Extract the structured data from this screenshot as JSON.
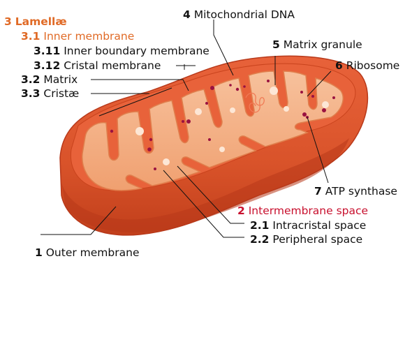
{
  "diagram": {
    "labels": [
      {
        "num": "3",
        "text": "Lamellæ",
        "color": "orange"
      },
      {
        "num": "3.1",
        "text": "Inner membrane",
        "color": "orange"
      },
      {
        "num": "3.11",
        "text": "Inner boundary membrane",
        "color": "black"
      },
      {
        "num": "3.12",
        "text": "Cristal membrane",
        "color": "black"
      },
      {
        "num": "3.2",
        "text": "Matrix",
        "color": "black"
      },
      {
        "num": "3.3",
        "text": "Cristæ",
        "color": "black"
      },
      {
        "num": "4",
        "text": "Mitochondrial DNA",
        "color": "black"
      },
      {
        "num": "5",
        "text": "Matrix granule",
        "color": "black"
      },
      {
        "num": "6",
        "text": "Ribosome",
        "color": "black"
      },
      {
        "num": "7",
        "text": "ATP synthase",
        "color": "black"
      },
      {
        "num": "2",
        "text": "Intermembrane space",
        "color": "red"
      },
      {
        "num": "2.1",
        "text": "Intracristal space",
        "color": "black"
      },
      {
        "num": "2.2",
        "text": "Peripheral space",
        "color": "black"
      },
      {
        "num": "1",
        "text": "Outer membrane",
        "color": "black"
      }
    ],
    "colors": {
      "outer_membrane": "#d2461f",
      "outer_membrane_dark": "#b8391a",
      "intermembrane": "#e8623a",
      "inner_membrane": "#f29b6a",
      "matrix": "#f5b184",
      "granule": "#fde7d6",
      "ribosome": "#9a1240",
      "dna": "#f07a55",
      "orange_text": "#e06a26",
      "red_text": "#c8102e"
    }
  }
}
